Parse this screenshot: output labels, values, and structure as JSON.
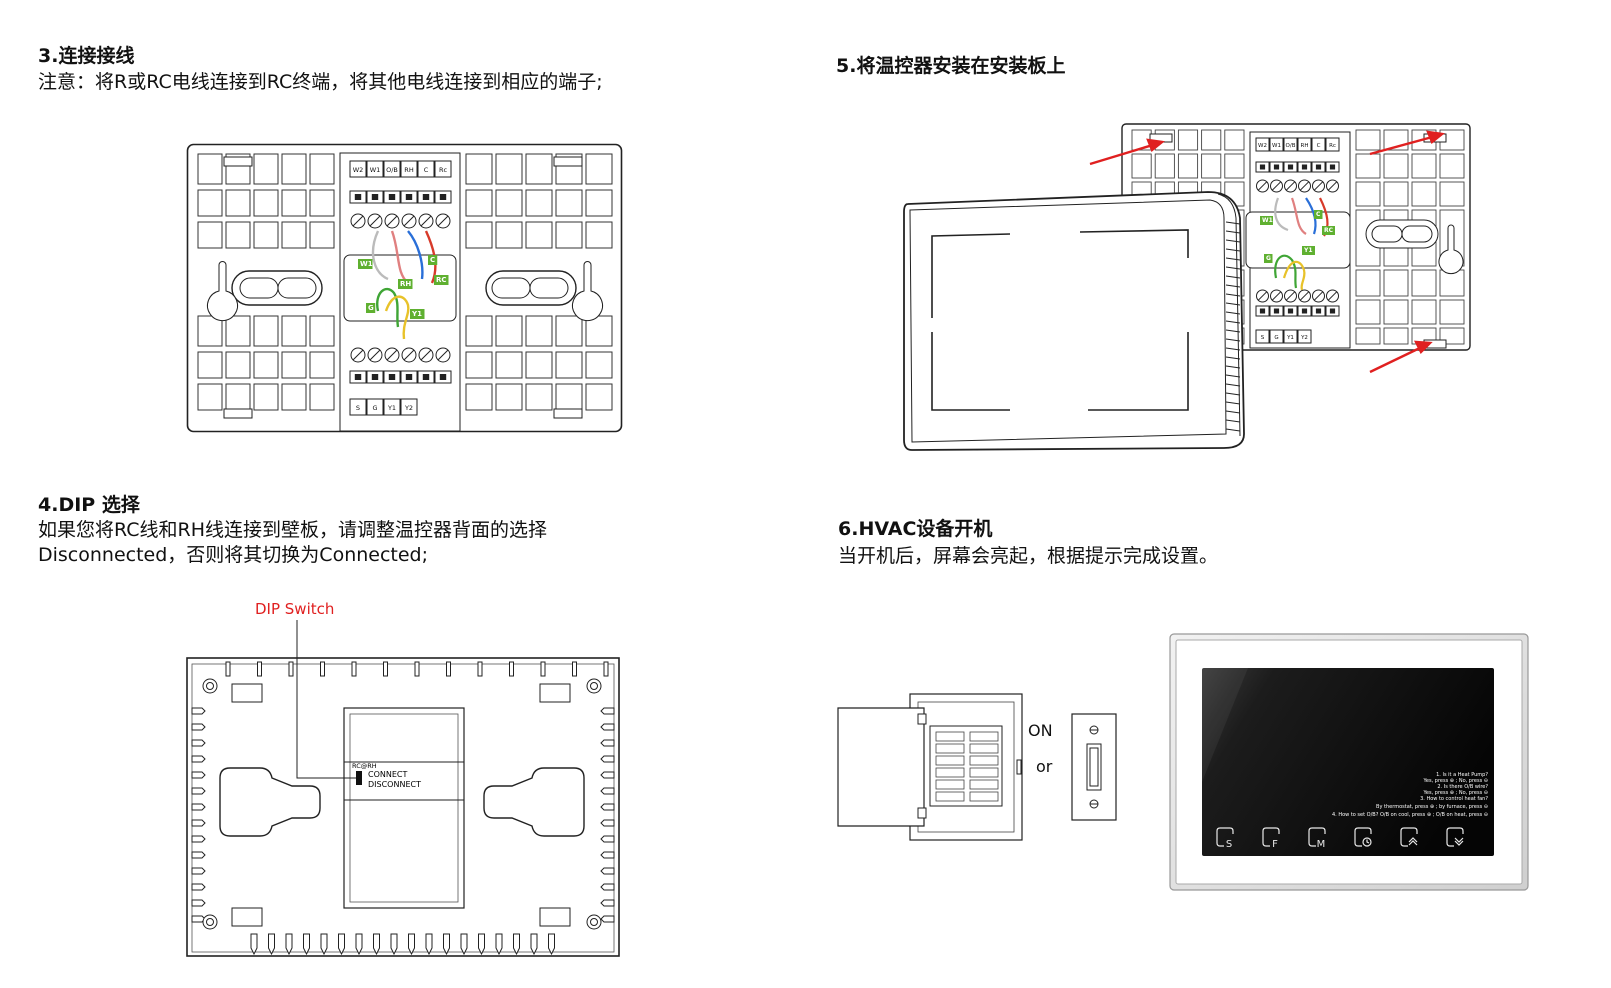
{
  "sections": {
    "s3": {
      "title": "3.连接接线",
      "text": "注意：将R或RC电线连接到RC终端，将其他电线连接到相应的端子;"
    },
    "s4": {
      "title": "4.DIP 选择",
      "text1": "如果您将RC线和RH线连接到壁板，请调整温控器背面的选择",
      "text2": "Disconnected，否则将其切换为Connected;"
    },
    "s5": {
      "title": "5.将温控器安装在安装板上"
    },
    "s6": {
      "title": "6.HVAC设备开机",
      "text": "当开机后，屏幕会亮起，根据提示完成设置。"
    }
  },
  "wiring": {
    "top_terminals": [
      "W2",
      "W1",
      "O/B",
      "RH",
      "C",
      "Rc"
    ],
    "bottom_terminals": [
      "S",
      "G",
      "Y1",
      "Y2"
    ],
    "wire_tags": [
      "W1",
      "RH",
      "C",
      "RC",
      "G",
      "Y1"
    ],
    "colors": {
      "white": "#bbbbbb",
      "pink": "#e08080",
      "blue": "#2a6fd8",
      "red": "#d73a2a",
      "green": "#3fa535",
      "yellow": "#e8c22a",
      "tag": "#5fb030"
    }
  },
  "dip": {
    "switch_label": "DIP Switch",
    "switch_color": "#e02020",
    "header": "RC@RH",
    "connect": "CONNECT",
    "disconnect": "DISCONNECT"
  },
  "mount": {
    "top_terminals": [
      "W2",
      "W1",
      "O/B",
      "RH",
      "C",
      "Rc"
    ],
    "bottom_terminals": [
      "S",
      "G",
      "Y1",
      "Y2"
    ],
    "wire_tags": [
      "W1",
      "C",
      "RC",
      "G",
      "Y1"
    ],
    "arrow_color": "#e02020"
  },
  "power": {
    "on_label": "ON",
    "or_label": "or"
  },
  "screen": {
    "lines": [
      "1. Is it a Heat Pump?",
      "Yes, press ⊕ ; No, press ⊖",
      "2. Is there O/B wire?",
      "Yes, press ⊕ ; No, press ⊖",
      "3. How to control heat fan?",
      "By thermostat, press ⊕ ; by furnace, press ⊖",
      "4. How to set O/B?  O/B on cool, press ⊕ ; O/B on heat, press ⊖"
    ],
    "buttons": [
      "S",
      "F",
      "M",
      "clock",
      "up",
      "down"
    ]
  }
}
